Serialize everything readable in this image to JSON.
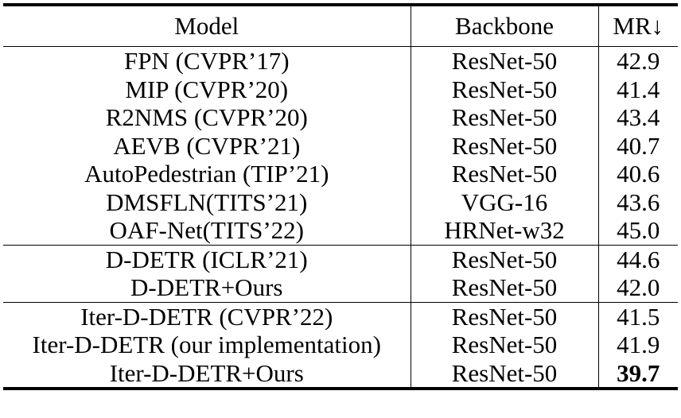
{
  "table": {
    "headers": {
      "model": "Model",
      "backbone": "Backbone",
      "mr": "MR↓"
    },
    "groups": [
      {
        "rows": [
          {
            "model": "FPN (CVPR’17)",
            "backbone": "ResNet-50",
            "mr": "42.9"
          },
          {
            "model": "MIP (CVPR’20)",
            "backbone": "ResNet-50",
            "mr": "41.4"
          },
          {
            "model": "R2NMS (CVPR’20)",
            "backbone": "ResNet-50",
            "mr": "43.4"
          },
          {
            "model": "AEVB (CVPR’21)",
            "backbone": "ResNet-50",
            "mr": "40.7"
          },
          {
            "model": "AutoPedestrian (TIP’21)",
            "backbone": "ResNet-50",
            "mr": "40.6"
          },
          {
            "model": "DMSFLN(TITS’21)",
            "backbone": "VGG-16",
            "mr": "43.6"
          },
          {
            "model": "OAF-Net(TITS’22)",
            "backbone": "HRNet-w32",
            "mr": "45.0"
          }
        ]
      },
      {
        "rows": [
          {
            "model": "D-DETR (ICLR’21)",
            "backbone": "ResNet-50",
            "mr": "44.6"
          },
          {
            "model": "D-DETR+Ours",
            "backbone": "ResNet-50",
            "mr": "42.0"
          }
        ]
      },
      {
        "rows": [
          {
            "model": "Iter-D-DETR (CVPR’22)",
            "backbone": "ResNet-50",
            "mr": "41.5"
          },
          {
            "model": "Iter-D-DETR (our implementation)",
            "backbone": "ResNet-50",
            "mr": "41.9"
          },
          {
            "model": "Iter-D-DETR+Ours",
            "backbone": "ResNet-50",
            "mr": "39.7",
            "bold": true
          }
        ]
      }
    ]
  }
}
